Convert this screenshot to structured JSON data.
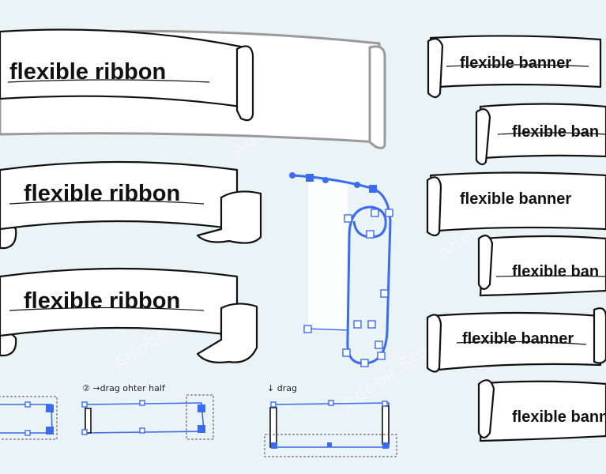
{
  "ribbons": [
    {
      "text": "flexible ribbon"
    },
    {
      "text": "flexible ribbon"
    },
    {
      "text": "flexible ribbon"
    }
  ],
  "banners": [
    {
      "text": "flexible banner"
    },
    {
      "text": "flexible ban"
    },
    {
      "text": "flexible banner"
    },
    {
      "text": "flexible ban"
    },
    {
      "text": "flexible banner"
    },
    {
      "text": "flexible bann"
    }
  ],
  "captions": {
    "step2": "② →drag ohter half",
    "drag": "↓ drag"
  },
  "watermark": "Adobe Stock",
  "colors": {
    "background": "#eaf3f6",
    "ink": "#111111",
    "accent": "#3b6cf0",
    "ghost": "#9a9a9a"
  }
}
